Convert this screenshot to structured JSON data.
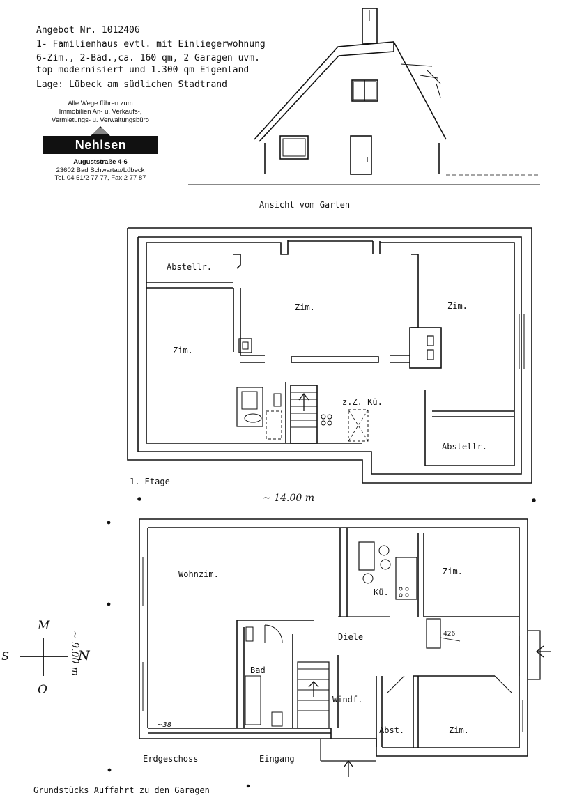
{
  "header": {
    "line1": "Angebot Nr. 1012406",
    "line2": "1- Familienhaus evtl. mit Einliegerwohnung",
    "line3": "6-Zim., 2-Bäd.,ca. 160 qm, 2 Garagen uvm.",
    "line4": "top modernisiert und 1.300 qm Eigenland",
    "line5": "Lage: Lübeck am südlichen Stadtrand"
  },
  "agency": {
    "tagline1": "Alle Wege führen zum",
    "tagline2": "Immobilien An- u. Verkaufs-,",
    "tagline3": "Vermietungs- u. Verwaltungsbüro",
    "name": "Nehlsen",
    "street": "Auguststraße 4-6",
    "city": "23602 Bad Schwartau/Lübeck",
    "phone": "Tel. 04 51/2 77 77, Fax 2 77 87"
  },
  "elevation": {
    "caption": "Ansicht vom Garten"
  },
  "upper_floor": {
    "title": "1. Etage",
    "rooms": {
      "abstellr_left": "Abstellr.",
      "zim_center": "Zim.",
      "zim_right": "Zim.",
      "zim_left": "Zim.",
      "kueche": "z.Z. Kü.",
      "abstellr_right": "Abstellr."
    }
  },
  "dimensions": {
    "width": "~ 14.00 m",
    "depth": "~ 9.00 m",
    "wall_note": "~38",
    "kitchen_note": "426"
  },
  "ground_floor": {
    "title": "Erdgeschoss",
    "entrance": "Eingang",
    "rooms": {
      "wohnzim": "Wohnzim.",
      "zim_top_right": "Zim.",
      "kueche": "Kü.",
      "diele": "Diele",
      "bad": "Bad",
      "windfang": "Windf.",
      "abst": "Abst.",
      "zim_bottom_right": "Zim."
    }
  },
  "compass": {
    "north": "N",
    "south": "S",
    "top": "M",
    "bottom": "O"
  },
  "footer": {
    "driveway": "Grundstücks Auffahrt zu den Garagen"
  }
}
